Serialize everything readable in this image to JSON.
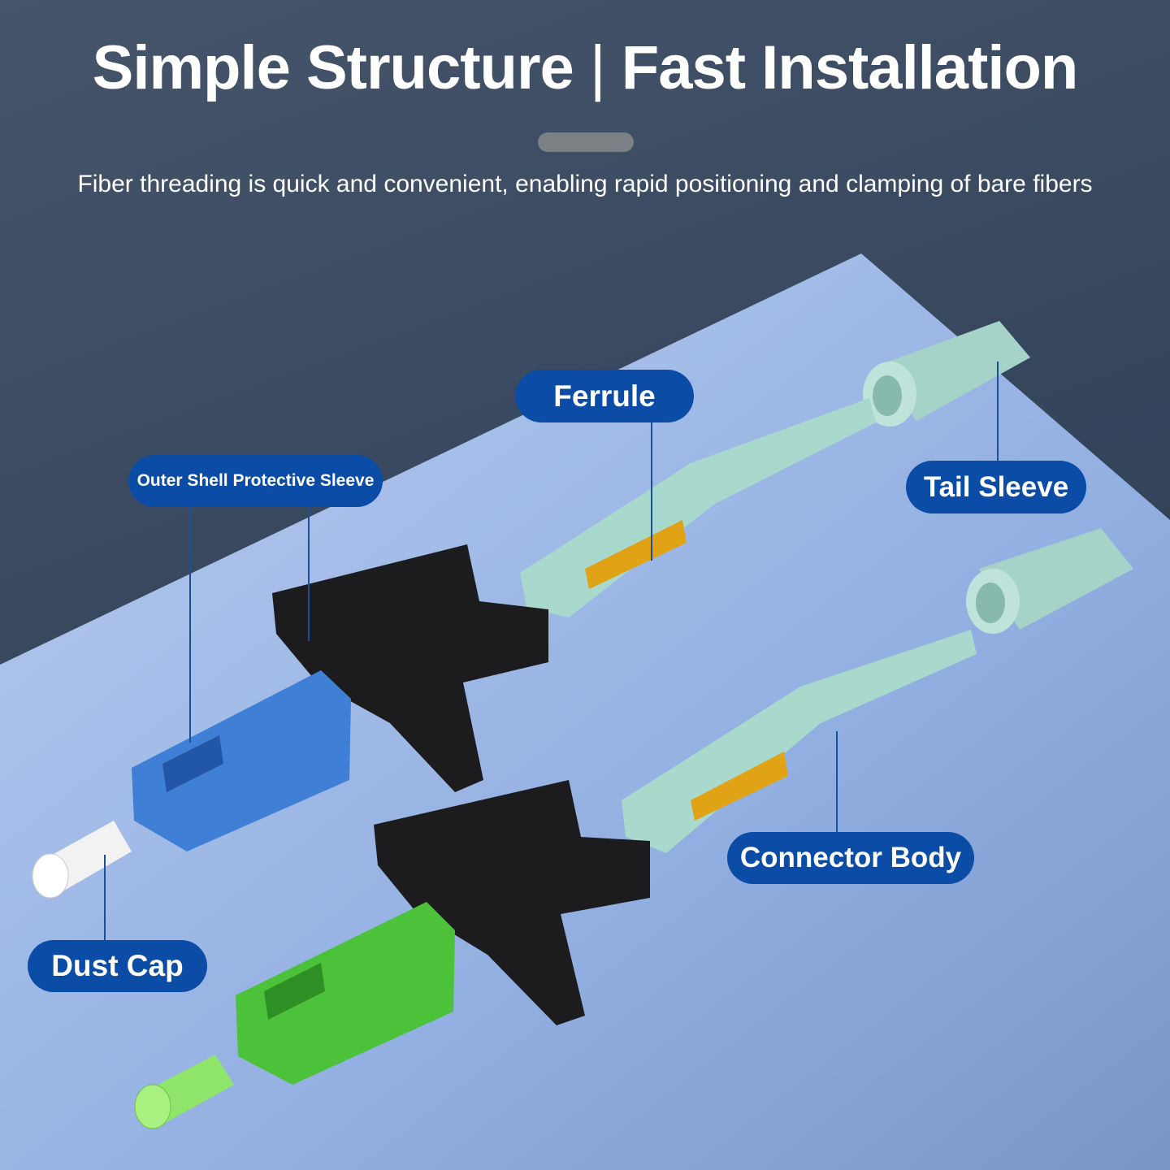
{
  "header": {
    "title_left": "Simple Structure",
    "separator": "|",
    "title_right": "Fast Installation",
    "subtitle": "Fiber threading is quick and convenient, enabling rapid positioning and clamping of bare fibers"
  },
  "labels": {
    "ferrule": "Ferrule",
    "outer_shell": "Outer Shell Protective Sleeve",
    "tail_sleeve": "Tail Sleeve",
    "connector_body": "Connector Body",
    "dust_cap": "Dust Cap"
  },
  "colors": {
    "label_bg": "#0a4ca6",
    "blue_shell": "#3f7fd6",
    "green_shell": "#4cc23a",
    "body": "#a9d8cc",
    "clip": "#1b1b1d"
  }
}
